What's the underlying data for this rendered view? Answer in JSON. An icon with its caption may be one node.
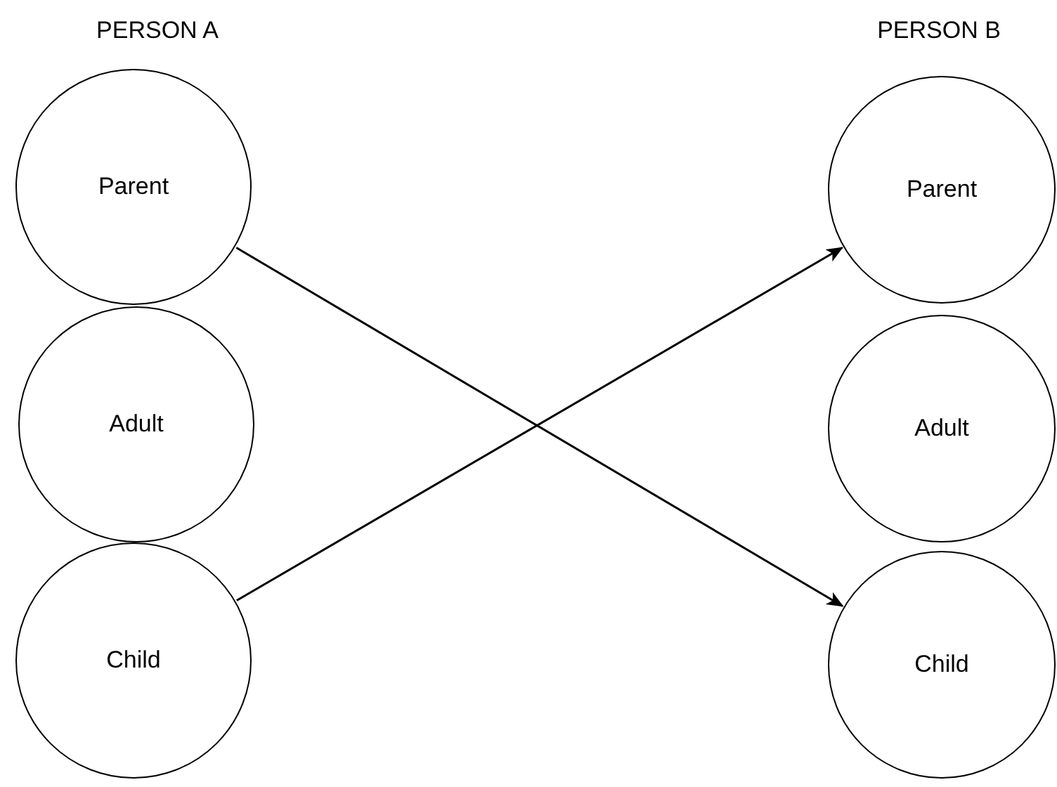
{
  "diagram": {
    "nodes": [
      {
        "text": [
          "Parent"
        ]
      },
      {
        "text": [
          "Adult"
        ]
      },
      {
        "text": [
          "Child"
        ]
      },
      {
        "text": [
          "Parent"
        ]
      },
      {
        "text": [
          "Adult"
        ]
      },
      {
        "text": [
          "Child"
        ]
      }
    ],
    "edges": [
      {
        "from": 0,
        "to": 5,
        "arrow": "to"
      },
      {
        "from": 2,
        "to": 3,
        "arrow": "to"
      }
    ],
    "labels": [
      "PERSON A",
      "PERSON B"
    ]
  }
}
